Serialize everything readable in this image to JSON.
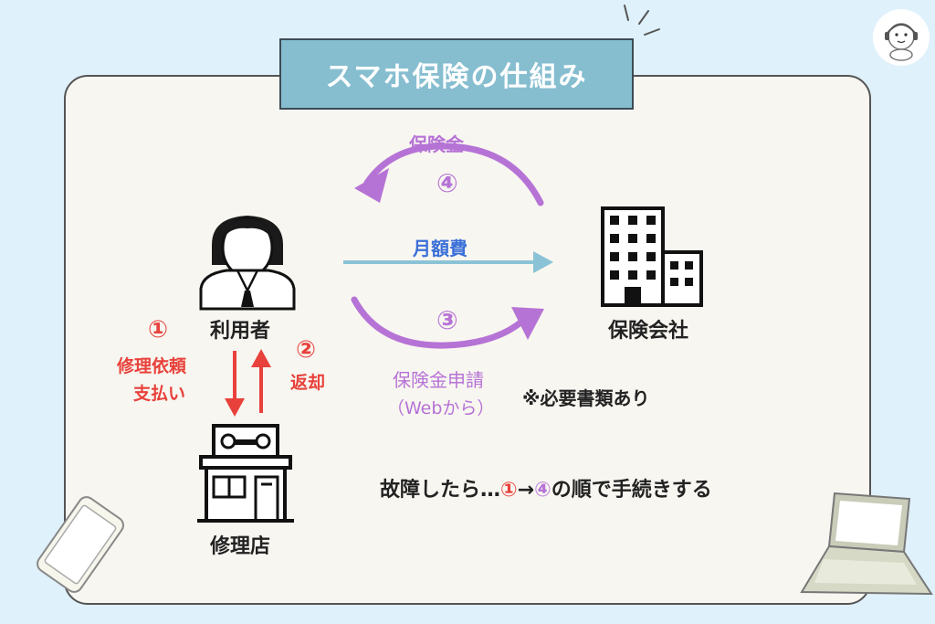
{
  "title": "スマホ保険の仕組み",
  "nodes": {
    "user": "利用者",
    "insurer": "保険会社",
    "repair_shop": "修理店"
  },
  "flows": {
    "premium": "月額費",
    "payout_label": "保険金",
    "payout_step": "④",
    "claim_step": "③",
    "claim_label": "保険金申請",
    "claim_method": "（Webから）",
    "docs_note": "※必要書類あり",
    "step1_num": "①",
    "step1_line1": "修理依頼",
    "step1_line2": "支払い",
    "step2_num": "②",
    "step2_label": "返却"
  },
  "footer": {
    "prefix": "故障したら…",
    "from_step": "①",
    "arrow": "→",
    "to_step": "④",
    "suffix": "の順で手続きする"
  },
  "colors": {
    "purple": "#b673d6",
    "blue_arrow": "#8ac3d6",
    "red": "#e8413b",
    "title_bg": "#86bed0",
    "panel_bg": "#f8f6f0"
  }
}
